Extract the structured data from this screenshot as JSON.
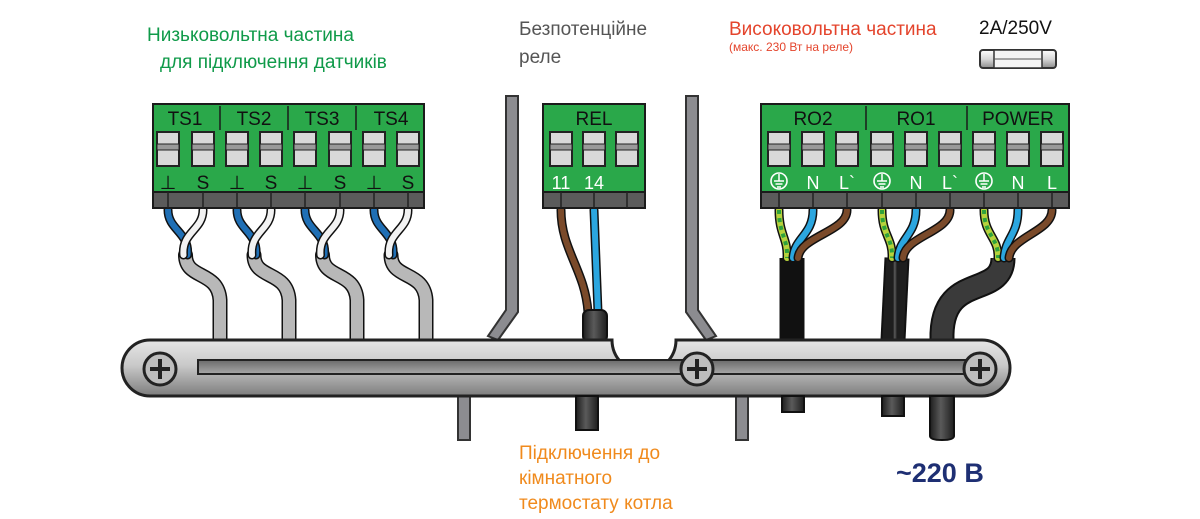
{
  "labels": {
    "low_voltage_line1": "Низьковольтна частина",
    "low_voltage_line2": "для підключення датчиків",
    "relay_line1": "Безпотенційне",
    "relay_line2": "реле",
    "high_voltage_title": "Високовольтна частина",
    "high_voltage_note": "(макс. 230 Вт на реле)",
    "fuse_rating": "2A/250V",
    "thermostat_line1": "Підключення до",
    "thermostat_line2": "кімнатного",
    "thermostat_line3": "термостату котла",
    "mains_voltage": "~220 В"
  },
  "sensor_block": {
    "groups": [
      "TS1",
      "TS2",
      "TS3",
      "TS4"
    ],
    "pin_marks": [
      "⊥",
      "S"
    ]
  },
  "relay_block": {
    "title": "REL",
    "pins": [
      "11",
      "14"
    ]
  },
  "power_block": {
    "groups": [
      "RO2",
      "RO1",
      "POWER"
    ],
    "pin_marks": [
      "⏚",
      "N",
      "L`",
      "⏚",
      "N",
      "L`",
      "⏚",
      "N",
      "L"
    ]
  },
  "colors": {
    "terminal_green": "#2aa84a",
    "wire_blue": "#1f6fb5",
    "wire_lightblue": "#2ba6df",
    "wire_brown": "#7a4a2a",
    "wire_yellowgreen": "#b7d23c",
    "cable_grey": "#b8b8b8",
    "cable_black": "#2b2b2b"
  }
}
